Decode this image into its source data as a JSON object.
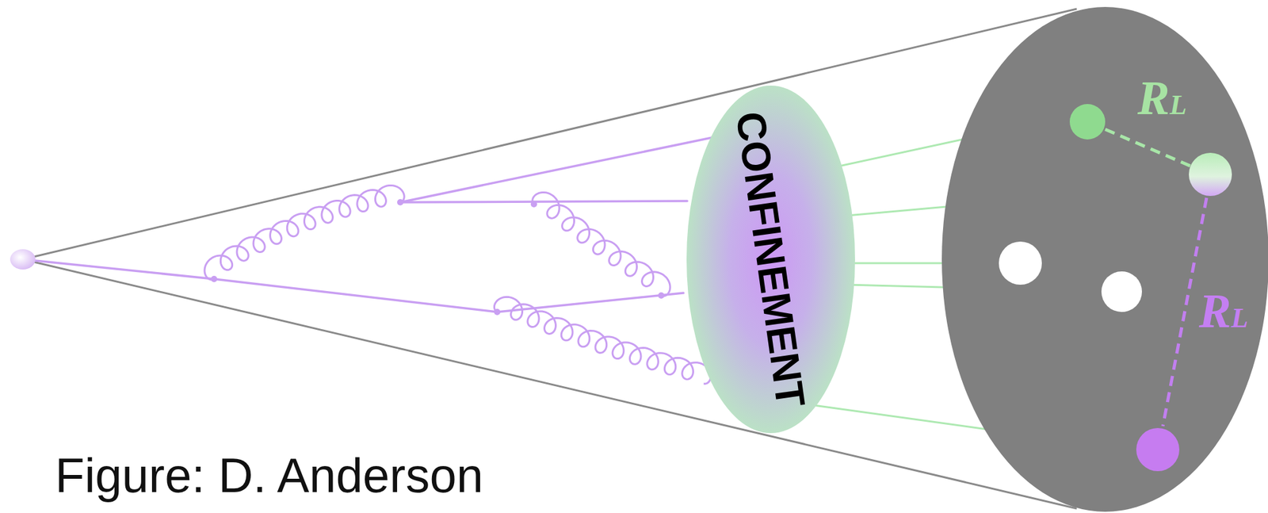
{
  "diagram": {
    "caption": "Figure: D. Anderson",
    "nodes": [
      {
        "text": [
          "CONFINEMENT"
        ]
      }
    ],
    "labels": [
      "RL",
      "RL"
    ]
  }
}
